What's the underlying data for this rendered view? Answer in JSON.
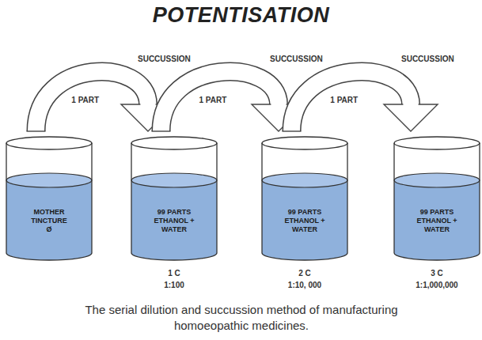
{
  "diagram": {
    "title": "POTENTISATION",
    "caption": "The serial dilution and succussion method of manufacturing homoeopathic medicines.",
    "nodes": [
      {
        "text": [
          "MOTHER TINCTURE Ø"
        ]
      },
      {
        "text": [
          "99 PARTS ETHANOL + WATER",
          "1 C",
          "1:100"
        ]
      },
      {
        "text": [
          "99 PARTS ETHANOL + WATER",
          "2 C",
          "1:10, 000"
        ]
      },
      {
        "text": [
          "99 PARTS ETHANOL + WATER",
          "3 C",
          "1:1,000,000"
        ]
      }
    ],
    "edges": [
      {
        "from": 0,
        "to": 1,
        "arrow": "to",
        "label": "1 PART"
      },
      {
        "from": 1,
        "to": 2,
        "arrow": "to",
        "label": "1 PART"
      },
      {
        "from": 2,
        "to": 3,
        "arrow": "to",
        "label": "1 PART"
      }
    ],
    "labels": [
      "SUCCUSSION",
      "SUCCUSSION",
      "SUCCUSSION"
    ]
  }
}
